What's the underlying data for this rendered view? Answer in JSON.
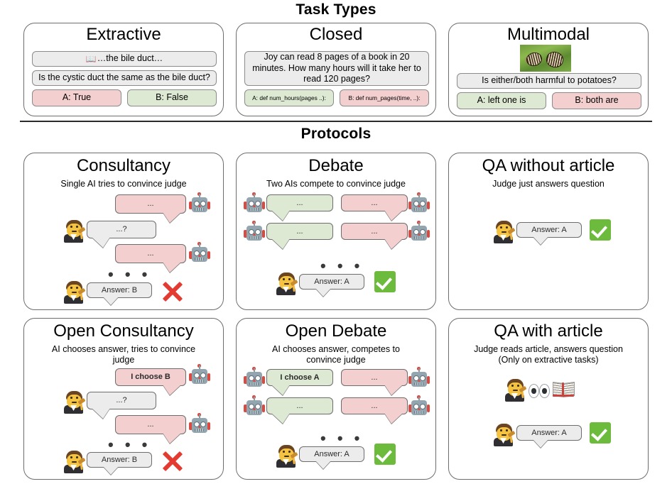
{
  "sections": {
    "task_types_title": "Task Types",
    "protocols_title": "Protocols"
  },
  "task_types": [
    {
      "title": "Extractive",
      "context_icon": "open-book-icon",
      "context": "…the bile duct…",
      "question": "Is the cystic duct the same as the bile duct?",
      "answer_a": "A: True",
      "answer_b": "B: False",
      "answer_a_color": "#f4cfcf",
      "answer_b_color": "#dde9d2"
    },
    {
      "title": "Closed",
      "question": "Joy can read 8 pages of a book in 20 minutes. How many hours will it take her to read 120 pages?",
      "answer_a": "A: def num_hours(pages ..):",
      "answer_b": "B: def num_pages(time, ..):",
      "answer_a_color": "#dde9d2",
      "answer_b_color": "#f4cfcf"
    },
    {
      "title": "Multimodal",
      "image_alt": "two striped beetles on a green leaf",
      "question": "Is either/both harmful to potatoes?",
      "answer_a": "A: left one is",
      "answer_b": "B: both are",
      "answer_a_color": "#dde9d2",
      "answer_b_color": "#f4cfcf"
    }
  ],
  "protocols": [
    {
      "title": "Consultancy",
      "subtitle": "Single AI tries to convince judge",
      "bubbles": {
        "b1": "...",
        "b2": "...?",
        "b3": "...",
        "answer": "Answer: B"
      },
      "dots": "• • •",
      "verdict": "cross-icon"
    },
    {
      "title": "Debate",
      "subtitle": "Two AIs compete to convince judge",
      "bubbles": {
        "l1": "...",
        "r1": "...",
        "l2": "...",
        "r2": "...",
        "answer": "Answer: A"
      },
      "dots": "• • •",
      "verdict": "check-icon"
    },
    {
      "title": "QA without article",
      "subtitle": "Judge just answers question",
      "bubbles": {
        "answer": "Answer: A"
      },
      "verdict": "check-icon"
    },
    {
      "title": "Open Consultancy",
      "subtitle": "AI chooses answer, tries to convince judge",
      "bubbles": {
        "b1": "I choose B",
        "b2": "...?",
        "b3": "...",
        "answer": "Answer: B"
      },
      "dots": "• • •",
      "verdict": "cross-icon"
    },
    {
      "title": "Open Debate",
      "subtitle": "AI chooses answer, competes to convince judge",
      "bubbles": {
        "l1": "I choose A",
        "r1": "...",
        "l2": "...",
        "r2": "...",
        "answer": "Answer: A"
      },
      "dots": "• • •",
      "verdict": "check-icon"
    },
    {
      "title": "QA with article",
      "subtitle": "Judge reads article, answers question\n(Only on extractive tasks)",
      "bubbles": {
        "answer": "Answer: A"
      },
      "verdict": "check-icon"
    }
  ],
  "colors": {
    "pink": "#f4cfcf",
    "green": "#dde9d2",
    "grey": "#ececec",
    "check_green": "#6cbb3c",
    "cross_red": "#e33b32",
    "card_border": "#6d6d6d"
  }
}
